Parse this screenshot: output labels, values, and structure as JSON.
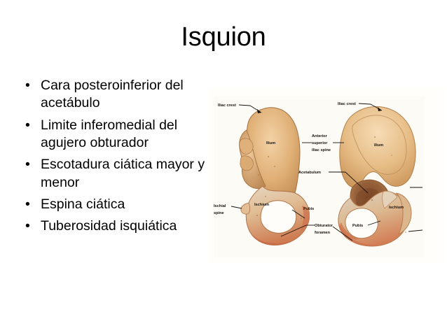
{
  "slide": {
    "title": "Isquion",
    "bullet_marker": "•",
    "bullets": [
      "Cara posteroinferior del acetábulo",
      "Limite inferomedial del agujero obturador",
      "Escotadura ciática mayor y menor",
      "Espina ciática",
      "Tuberosidad isquiática"
    ]
  },
  "figure": {
    "name": "hip-bone-anatomy-illustration",
    "labels": {
      "iliac_crest_left": "Iliac crest",
      "iliac_crest_right": "Iliac crest",
      "ilium_left": "Ilium",
      "ilium_right": "Ilium",
      "anterior_superior_iliac_spine_line1": "Anterior",
      "anterior_superior_iliac_spine_line2": "superior",
      "anterior_superior_iliac_spine_line3": "iliac spine",
      "acetabulum": "Acetabulum",
      "ischium_left": "Ischium",
      "ischium_right": "Ischium",
      "ischial_spine_line1": "Ischial",
      "ischial_spine_line2": "spine",
      "pubis_left": "Pubis",
      "pubis_right": "Pubis",
      "obturator_foramen_line1": "Obturator",
      "obturator_foramen_line2": "foramen"
    },
    "colors": {
      "background": "#fffefb",
      "bone_light": "#f0cb9b",
      "bone_mid": "#dca86e",
      "bone_dark": "#c08a52",
      "bone_shadow": "#a8713e",
      "cartilage_pink": "#d2764f",
      "cartilage_pale": "#e8d8c6",
      "acetabulum_socket": "#8e5a34",
      "foramen_white": "#fefdfa",
      "label_text": "#17120e"
    }
  }
}
